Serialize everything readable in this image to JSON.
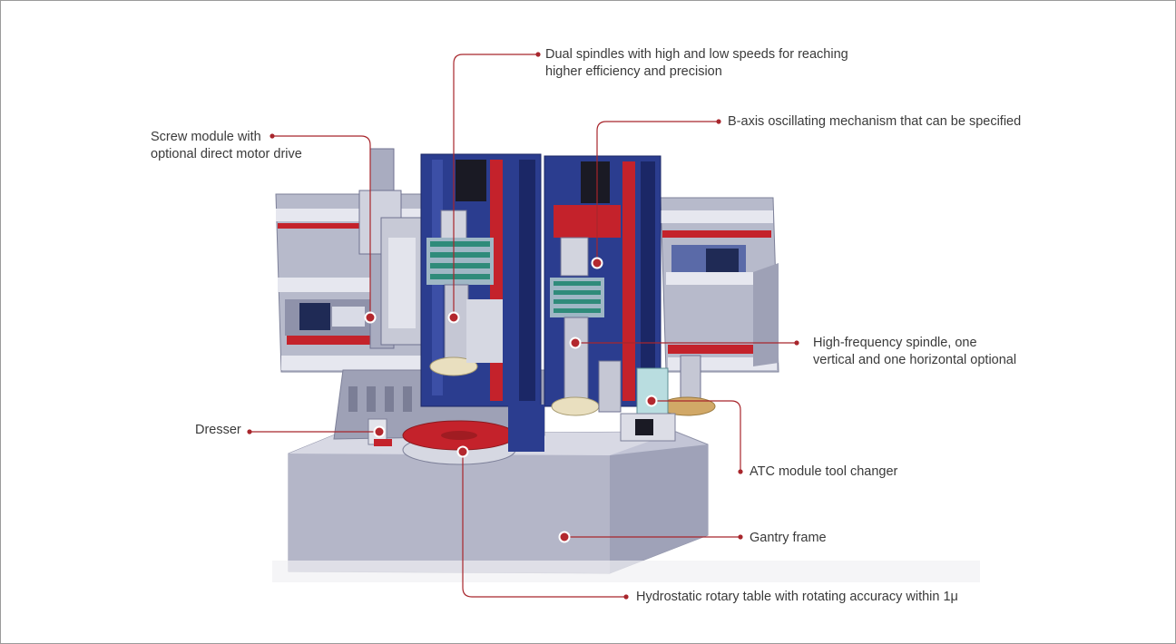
{
  "colors": {
    "leader": "#a8262c",
    "marker_fill": "#b3282e",
    "marker_ring": "#ffffff",
    "machine_blue": "#2b3d8f",
    "machine_red": "#c4222b",
    "machine_grey": "#a9acc0",
    "base_grey": "#b4b6c8",
    "text": "#3a3a3a"
  },
  "callouts": {
    "dual_spindles": {
      "line1": "Dual spindles with high and low speeds for reaching",
      "line2": "higher efficiency and precision"
    },
    "b_axis": {
      "line1": "B-axis oscillating mechanism that can be specified"
    },
    "screw_module": {
      "line1": "Screw module with",
      "line2": "optional direct motor drive"
    },
    "hf_spindle": {
      "line1": "High-frequency spindle, one",
      "line2": "vertical and one horizontal optional"
    },
    "dresser": {
      "line1": "Dresser"
    },
    "atc": {
      "line1": "ATC module tool changer"
    },
    "gantry": {
      "line1": "Gantry frame"
    },
    "rotary_table": {
      "line1": "Hydrostatic rotary table with rotating accuracy within 1μ"
    }
  },
  "icons": [
    "callout-marker-icon",
    "leader-dot-icon"
  ]
}
